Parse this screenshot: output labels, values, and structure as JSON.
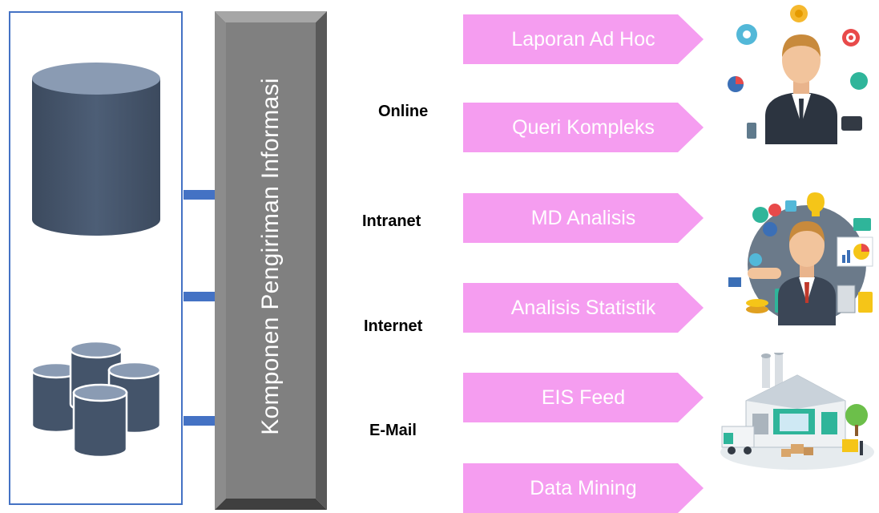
{
  "delivery_component": {
    "label": "Komponen Pengiriman Informasi"
  },
  "channels": [
    {
      "label": "Online"
    },
    {
      "label": "Intranet"
    },
    {
      "label": "Internet"
    },
    {
      "label": "E-Mail"
    }
  ],
  "outputs": [
    {
      "label": "Laporan Ad Hoc"
    },
    {
      "label": "Queri Kompleks"
    },
    {
      "label": "MD Analisis"
    },
    {
      "label": "Analisis Statistik"
    },
    {
      "label": "EIS Feed"
    },
    {
      "label": "Data Mining"
    }
  ],
  "colors": {
    "source_border": "#4472c4",
    "connector": "#4472c4",
    "cylinder_body": "#44546a",
    "cylinder_top": "#8497b0",
    "bar_face": "#808080",
    "arrow_fill": "#f59df0"
  }
}
